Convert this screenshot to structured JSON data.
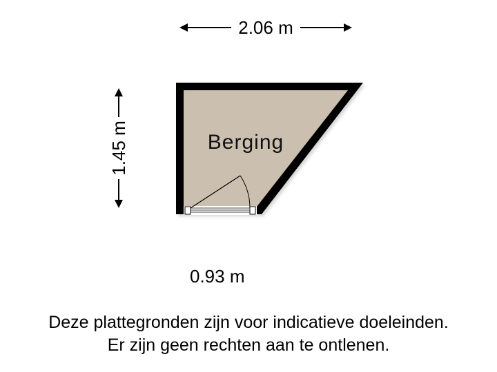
{
  "floorplan": {
    "room": {
      "name": "Berging",
      "fill_color": "#cbbfb0",
      "wall_color": "#000000"
    },
    "dimensions": {
      "width": "2.06 m",
      "height": "1.45 m",
      "bottom": "0.93 m"
    }
  },
  "disclaimer": {
    "line1": "Deze plattegronden zijn voor indicatieve doeleinden.",
    "line2": "Er zijn geen rechten aan te ontlenen."
  }
}
